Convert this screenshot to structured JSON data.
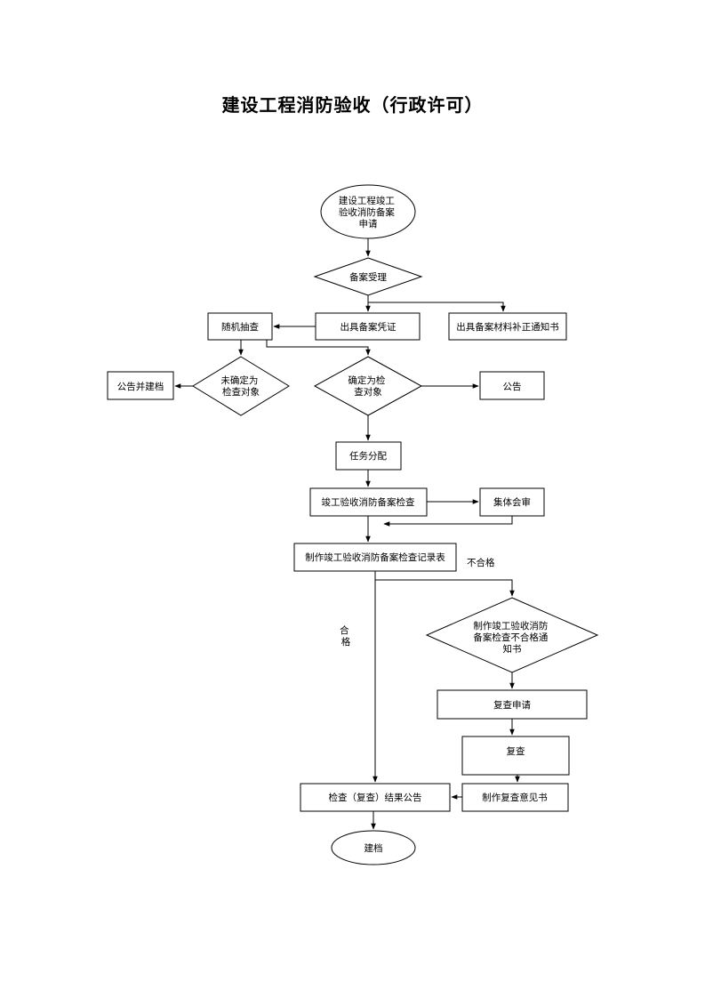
{
  "title": "建设工程消防验收（行政许可）",
  "nodes": {
    "start": [
      "建设工程竣工",
      "验收消防备案",
      "申请"
    ],
    "accept": [
      "备案受理"
    ],
    "certificate": [
      "出具备案凭证"
    ],
    "supplement": [
      "出具备案材料补正通知书"
    ],
    "random_check": [
      "随机抽查"
    ],
    "not_selected": [
      "未确定为",
      "检查对象"
    ],
    "announce_archive": [
      "公告并建档"
    ],
    "selected": [
      "确定为检",
      "查对象"
    ],
    "announce": [
      "公告"
    ],
    "assign": [
      "任务分配"
    ],
    "inspection": [
      "竣工验收消防备案检查"
    ],
    "collective_review": [
      "集体会审"
    ],
    "record_form": [
      "制作竣工验收消防备案检查记录表"
    ],
    "fail_notice": [
      "制作竣工验收消防",
      "备案检查不合格通",
      "知书"
    ],
    "recheck_apply": [
      "复查申请"
    ],
    "recheck": [
      "复查"
    ],
    "recheck_opinion": [
      "制作复查意见书"
    ],
    "result_announce": [
      "检查（复查）结果公告"
    ],
    "archive": [
      "建档"
    ]
  },
  "edge_labels": {
    "fail": "不合格",
    "pass": [
      "合",
      "格"
    ]
  }
}
